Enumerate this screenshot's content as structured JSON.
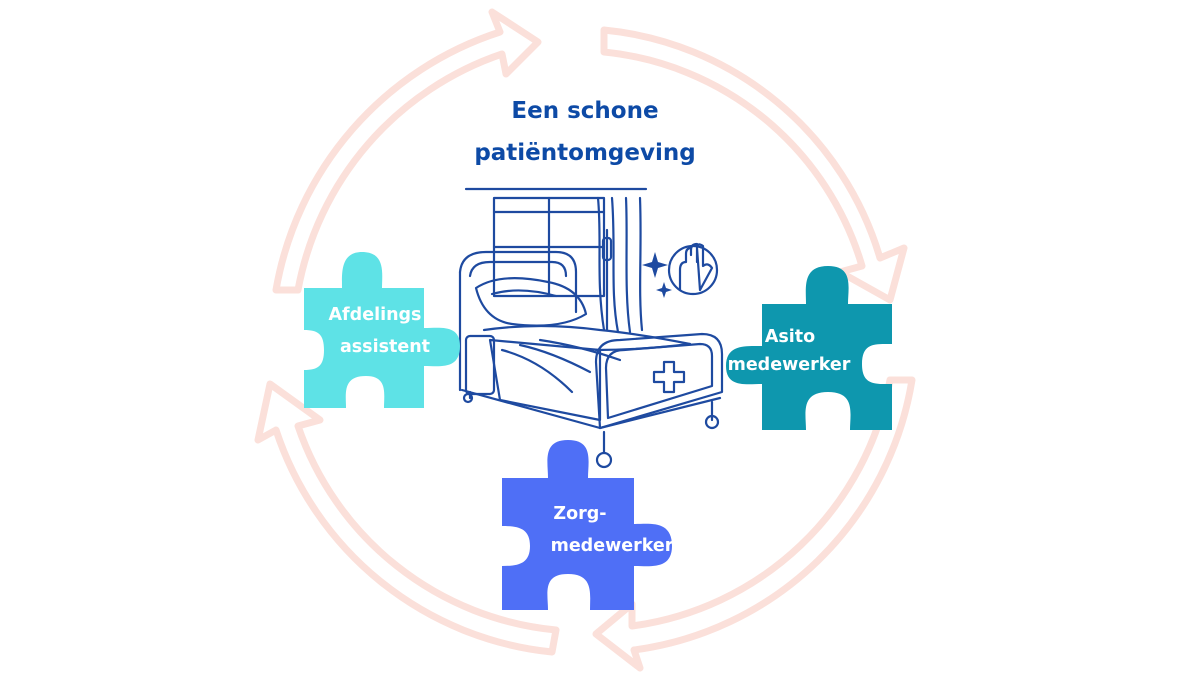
{
  "title": {
    "line1": "Een schone",
    "line2": "patiëntomgeving"
  },
  "center_image": {
    "icon": "hospital-bed-icon",
    "accessory_icon": "cleaning-hand-sparkle-icon"
  },
  "cycle": {
    "icon": "circular-arrows-icon",
    "color": "#fbe0da"
  },
  "pieces": [
    {
      "id": "afdelings-assistent",
      "line1": "Afdelings",
      "line2": "assistent",
      "color": "#5ee2e6"
    },
    {
      "id": "asito-medewerker",
      "line1": "Asito",
      "line2": "medewerker",
      "color": "#0e97ae"
    },
    {
      "id": "zorg-medewerker",
      "line1": "Zorg-",
      "line2": "medewerker",
      "color": "#4f6ff6"
    }
  ],
  "colors": {
    "title": "#0d4aa6",
    "bed_outline": "#1e4aa0"
  }
}
